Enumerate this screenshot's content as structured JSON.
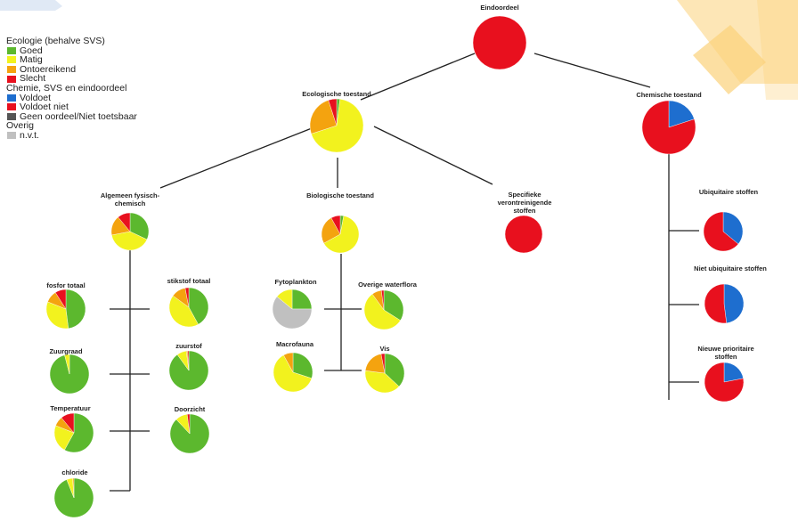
{
  "colors": {
    "goed": "#5cb82e",
    "matig": "#f2f21e",
    "ontoereikend": "#f4a30f",
    "slecht": "#e8101e",
    "voldoet": "#1e6ecf",
    "voldoet_niet": "#e8101e",
    "geen_oordeel": "#555555",
    "nvt": "#c0c0c0",
    "line": "#222222",
    "deco": "#fbd27a"
  },
  "legend": {
    "group1": "Ecologie (behalve SVS)",
    "goed": "Goed",
    "matig": "Matig",
    "ontoereikend": "Ontoereikend",
    "slecht": "Slecht",
    "group2": "Chemie, SVS en eindoordeel",
    "voldoet": "Voldoet",
    "voldoet_niet": "Voldoet niet",
    "geen_oordeel": "Geen oordeel/Niet toetsbaar",
    "group3": "Overig",
    "nvt": "n.v.t."
  },
  "nodes": {
    "eindoordeel": {
      "label": "Eindoordeel",
      "slices": {
        "slecht": 100
      }
    },
    "ecologische": {
      "label": "Ecologische toestand",
      "slices": {
        "goed": 2,
        "matig": 68,
        "ontoereikend": 25,
        "slecht": 5
      }
    },
    "chemische": {
      "label": "Chemische toestand",
      "slices": {
        "voldoet": 20,
        "voldoet_niet": 80
      }
    },
    "algemeen": {
      "label": "Algemeen fysisch-chemisch",
      "slices": {
        "goed": 32,
        "matig": 40,
        "ontoereikend": 17,
        "slecht": 11
      }
    },
    "biologische": {
      "label": "Biologische toestand",
      "slices": {
        "goed": 3,
        "matig": 64,
        "ontoereikend": 25,
        "slecht": 8
      }
    },
    "specifieke": {
      "label": "Specifieke verontreinigende stoffen",
      "slices": {
        "slecht": 100
      }
    },
    "fosfor": {
      "label": "fosfor totaal",
      "slices": {
        "goed": 48,
        "matig": 33,
        "ontoereikend": 10,
        "slecht": 9
      }
    },
    "stikstof": {
      "label": "stikstof totaal",
      "slices": {
        "goed": 42,
        "matig": 43,
        "ontoereikend": 12,
        "slecht": 3
      }
    },
    "zuurgraad": {
      "label": "Zuurgraad",
      "slices": {
        "goed": 96,
        "matig": 4
      }
    },
    "zuurstof": {
      "label": "zuurstof",
      "slices": {
        "goed": 90,
        "matig": 8,
        "ontoereikend": 1,
        "slecht": 1
      }
    },
    "temperatuur": {
      "label": "Temperatuur",
      "slices": {
        "goed": 58,
        "matig": 23,
        "ontoereikend": 8,
        "slecht": 11
      }
    },
    "doorzicht": {
      "label": "Doorzicht",
      "slices": {
        "goed": 88,
        "matig": 10,
        "slecht": 2
      }
    },
    "chloride": {
      "label": "chloride",
      "slices": {
        "goed": 94,
        "matig": 5,
        "ontoereikend": 1
      }
    },
    "fytoplankton": {
      "label": "Fytoplankton",
      "slices": {
        "goed": 25,
        "matig": 14,
        "nvt": 61
      }
    },
    "overige": {
      "label": "Overige waterflora",
      "slices": {
        "goed": 34,
        "matig": 56,
        "ontoereikend": 8,
        "slecht": 2
      }
    },
    "macrofauna": {
      "label": "Macrofauna",
      "slices": {
        "goed": 30,
        "matig": 62,
        "ontoereikend": 8
      }
    },
    "vis": {
      "label": "Vis",
      "slices": {
        "goed": 37,
        "matig": 40,
        "ontoereikend": 20,
        "slecht": 3
      }
    },
    "ubiquitaire": {
      "label": "Ubiquitaire stoffen",
      "slices": {
        "voldoet": 36,
        "voldoet_niet": 64
      }
    },
    "niet_ubiquitaire": {
      "label": "Niet ubiquitaire stoffen",
      "slices": {
        "voldoet": 48,
        "voldoet_niet": 52
      }
    },
    "nieuwe": {
      "label": "Nieuwe prioritaire stoffen",
      "slices": {
        "voldoet": 22,
        "voldoet_niet": 78
      }
    }
  }
}
